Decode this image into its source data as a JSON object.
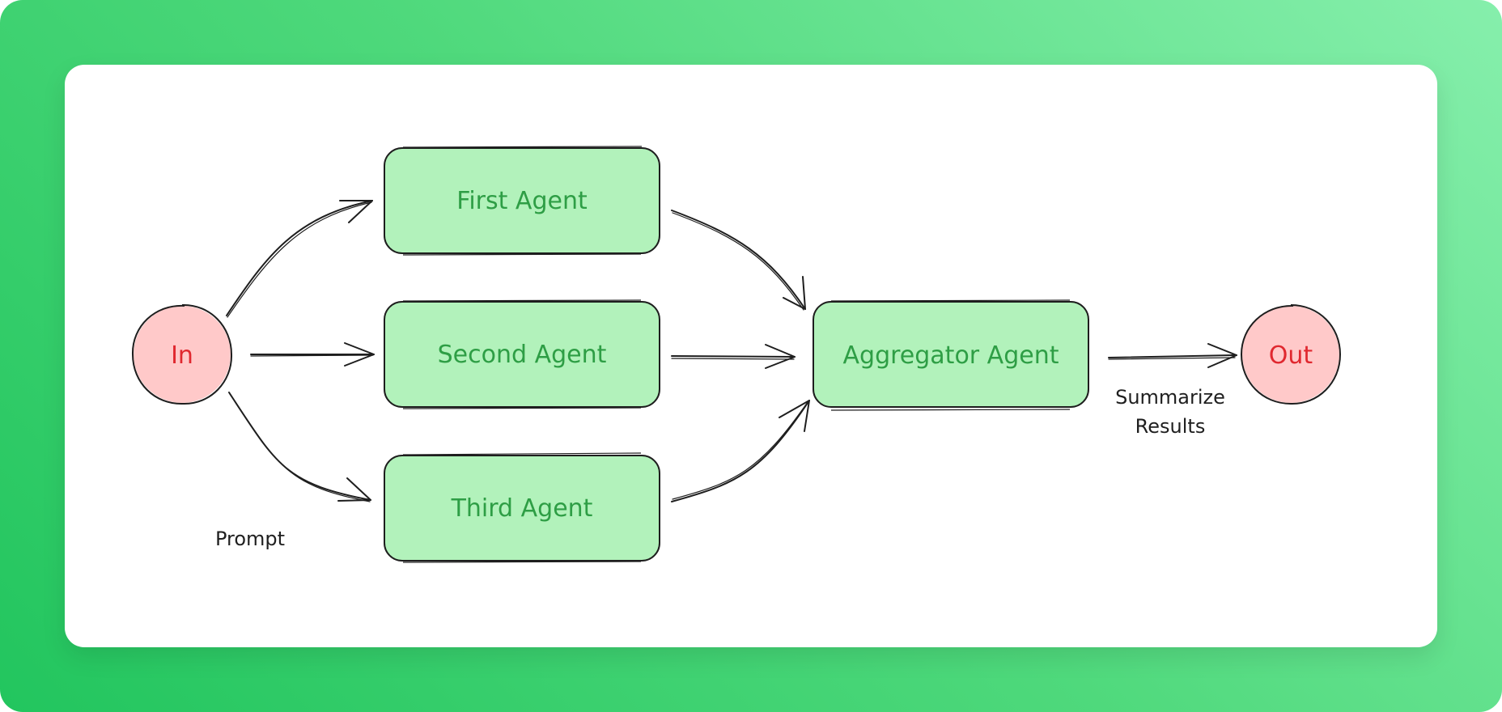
{
  "nodes": {
    "input": "In",
    "output": "Out",
    "first_agent": "First Agent",
    "second_agent": "Second Agent",
    "third_agent": "Third Agent",
    "aggregator_agent": "Aggregator Agent"
  },
  "edge_labels": {
    "prompt": "Prompt",
    "summarize_line1": "Summarize",
    "summarize_line2": "Results"
  },
  "colors": {
    "background_start": "#22c55e",
    "background_end": "#86efac",
    "agent_fill": "#b2f2bb",
    "agent_text": "#2e9e45",
    "io_fill": "#ffc9c9",
    "io_text": "#e0282f",
    "stroke": "#1e1e1e"
  }
}
